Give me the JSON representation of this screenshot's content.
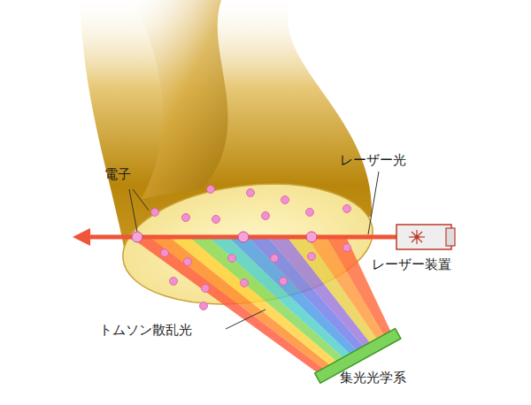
{
  "diagram": {
    "labels": [
      "電子",
      "レーザー光",
      "レーザー装置",
      "トムソン散乱光",
      "集光光学系"
    ]
  }
}
